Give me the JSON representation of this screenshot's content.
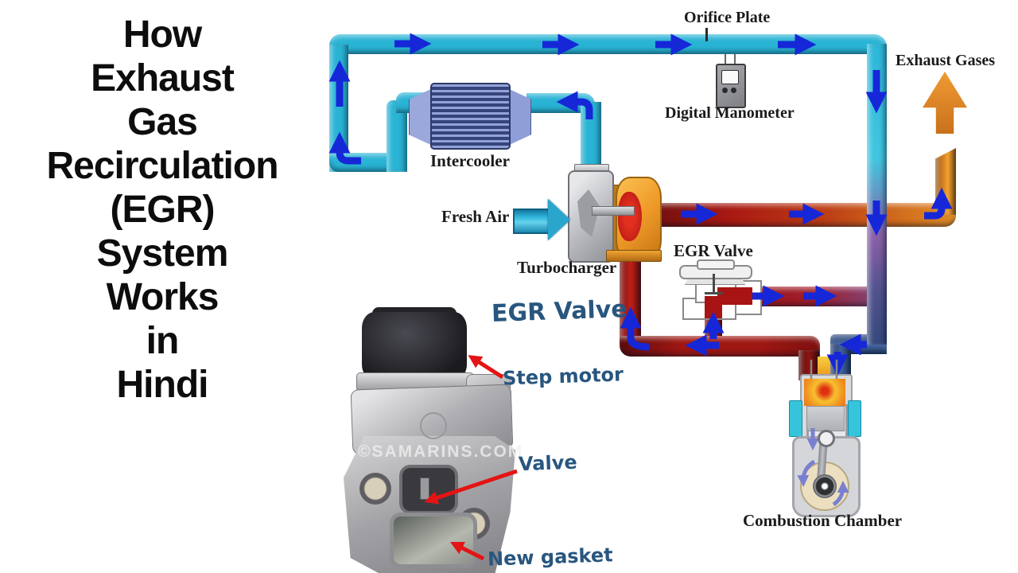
{
  "title": {
    "lines": [
      "How",
      "Exhaust",
      "Gas",
      "Recirculation",
      "(EGR)",
      "System",
      "Works",
      "in",
      "Hindi"
    ]
  },
  "diagram_labels": {
    "orifice_plate": "Orifice Plate",
    "digital_manometer": "Digital Manometer",
    "exhaust_gases": "Exhaust Gases",
    "intercooler": "Intercooler",
    "fresh_air": "Fresh Air",
    "turbocharger": "Turbocharger",
    "egr_valve": "EGR Valve",
    "combustion_chamber": "Combustion Chamber"
  },
  "photo_labels": {
    "heading": "EGR Valve",
    "step_motor": "Step motor",
    "valve": "Valve",
    "new_gasket": "New gasket",
    "watermark": "©SAMARINS.COM"
  },
  "colors": {
    "background": "#ffffff",
    "title_text": "#0d0d0d",
    "diagram_label_text": "#1a1a1a",
    "annotation_text_blue": "#28567f",
    "annotation_arrow_red": "#e41414",
    "flow_arrow_blue": "#1627d8",
    "pipe_cyan": "#2db9da",
    "pipe_red": "#b01c16",
    "pipe_orange": "#e08828",
    "pipe_purple": "#7a55a0",
    "pipe_dark_blue": "#2c4478",
    "intercooler_blue": "#6f86c4",
    "turbine_orange": "#f09c28",
    "compressor_silver": "#c6c8cc"
  }
}
